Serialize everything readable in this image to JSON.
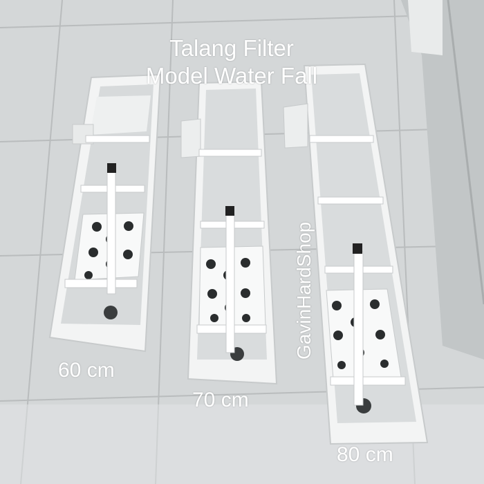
{
  "title": {
    "line1": "Talang Filter",
    "line2": "Model Water Fall"
  },
  "products": [
    {
      "size_label": "60 cm"
    },
    {
      "size_label": "70 cm"
    },
    {
      "size_label": "80 cm"
    }
  ],
  "watermark": "GavinHardShop",
  "colors": {
    "floor": "#d9dcdd",
    "trough": "#f4f5f5",
    "trough_shadow": "#c9cccd",
    "pipe_cap": "#222222",
    "text": "#ffffff"
  }
}
